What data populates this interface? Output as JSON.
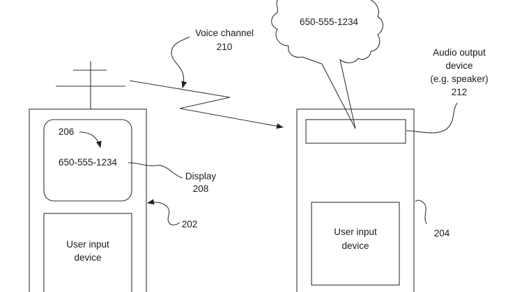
{
  "labels": {
    "voice_channel": "Voice channel",
    "voice_channel_ref": "210",
    "speech_bubble_text": "650-555-1234",
    "audio_output_line1": "Audio output",
    "audio_output_line2": "device",
    "audio_output_line3": "(e.g. speaker)",
    "audio_output_ref": "212",
    "ref_206": "206",
    "display_number": "650-555-1234",
    "display_label": "Display",
    "display_ref": "208",
    "ref_202": "202",
    "left_input_line1": "User input",
    "left_input_line2": "device",
    "right_input_line1": "User input",
    "right_input_line2": "device",
    "ref_204": "204"
  }
}
